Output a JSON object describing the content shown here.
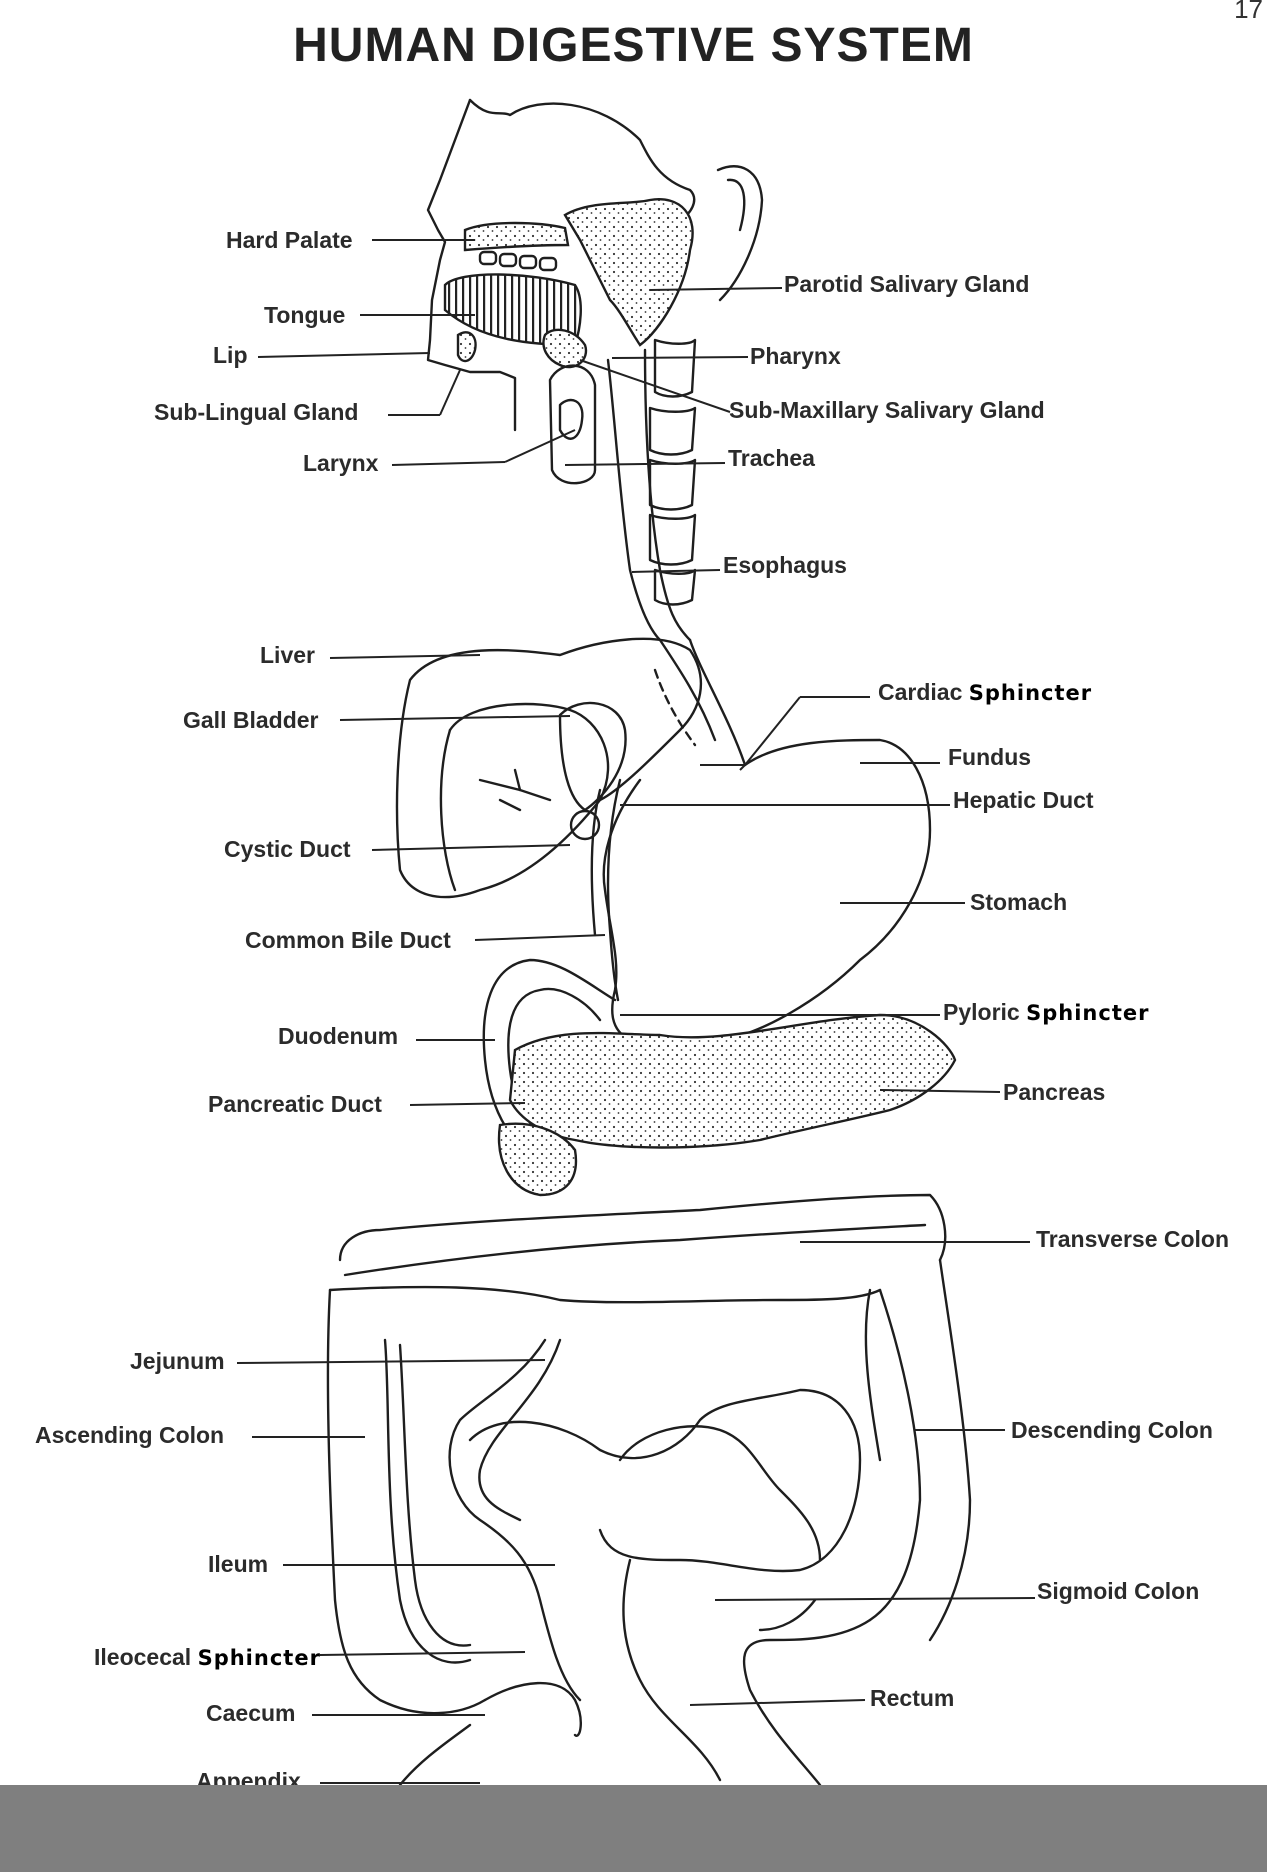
{
  "title": "HUMAN DIGESTIVE SYSTEM",
  "page_number": "17",
  "labels": {
    "hard_palate": "Hard Palate",
    "tongue": "Tongue",
    "lip": "Lip",
    "sub_lingual_gland": "Sub-Lingual Gland",
    "larynx": "Larynx",
    "parotid_salivary_gland": "Parotid Salivary Gland",
    "pharynx": "Pharynx",
    "sub_maxillary_salivary_gland": "Sub-Maxillary Salivary Gland",
    "trachea": "Trachea",
    "esophagus": "Esophagus",
    "liver": "Liver",
    "gall_bladder": "Gall Bladder",
    "cystic_duct": "Cystic Duct",
    "common_bile_duct": "Common Bile Duct",
    "duodenum": "Duodenum",
    "pancreatic_duct": "Pancreatic Duct",
    "cardiac": "Cardiac",
    "fundus": "Fundus",
    "hepatic_duct": "Hepatic Duct",
    "stomach": "Stomach",
    "pyloric": "Pyloric",
    "pancreas": "Pancreas",
    "transverse_colon": "Transverse Colon",
    "jejunum": "Jejunum",
    "ascending_colon": "Ascending Colon",
    "ileum": "Ileum",
    "ileocecal": "Ileocecal",
    "caecum": "Caecum",
    "appendix": "Appendix",
    "descending_colon": "Descending Colon",
    "sigmoid_colon": "Sigmoid Colon",
    "rectum": "Rectum",
    "sphincter": "Sphincter"
  },
  "colors": {
    "line": "#1e1e1e",
    "text": "#2b2b2b",
    "footer_band": "#7f7f7f"
  }
}
